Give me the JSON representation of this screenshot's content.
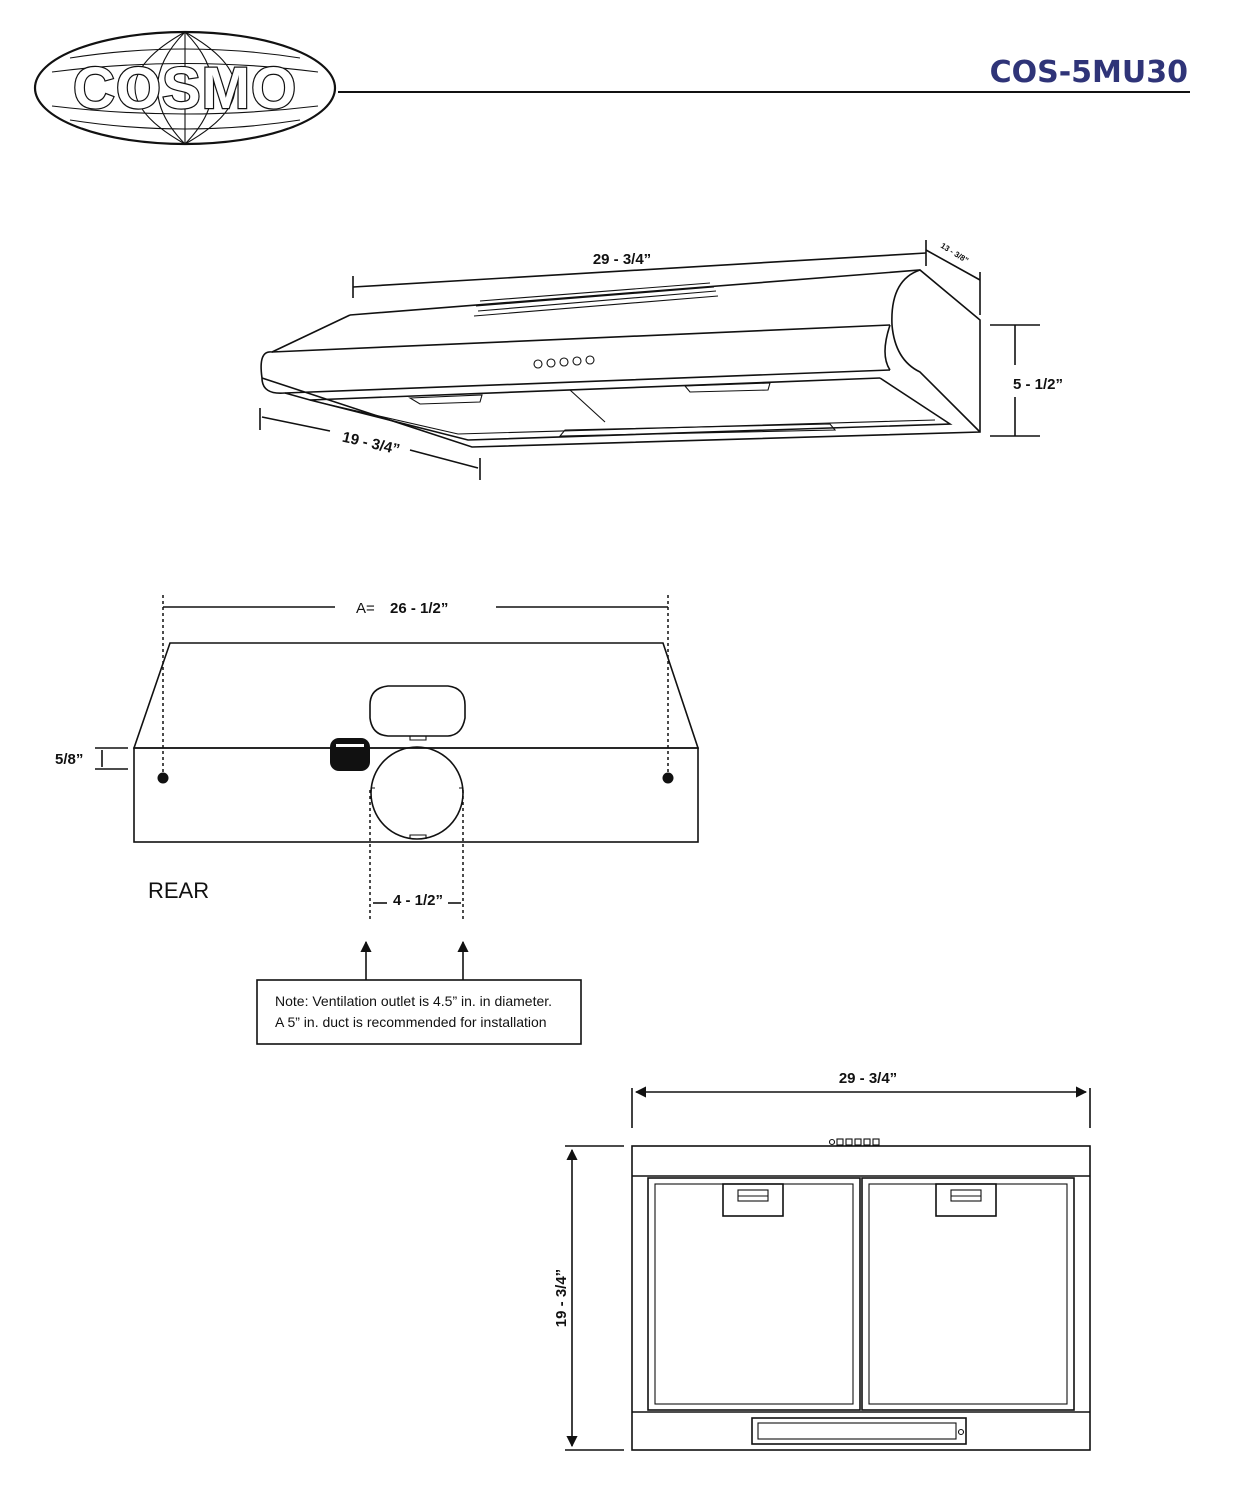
{
  "brand": {
    "logo_text": "COSMO",
    "model": "COS-5MU30",
    "model_color": "#2f3478"
  },
  "perspective": {
    "width": "29 - 3/4”",
    "depth": "19 - 3/4”",
    "height": "5 - 1/2”",
    "back_depth": "13 - 3/8”"
  },
  "rear": {
    "a_label": "A=",
    "a_value": "26 - 1/2”",
    "offset": "5/8”",
    "outlet": "4 - 1/2”",
    "view_label": "REAR",
    "note_line1": "Note: Ventilation outlet is 4.5” in. in diameter.",
    "note_line2": "A 5” in. duct is recommended for installation"
  },
  "bottom": {
    "width": "29 - 3/4”",
    "depth": "19 - 3/4”"
  }
}
